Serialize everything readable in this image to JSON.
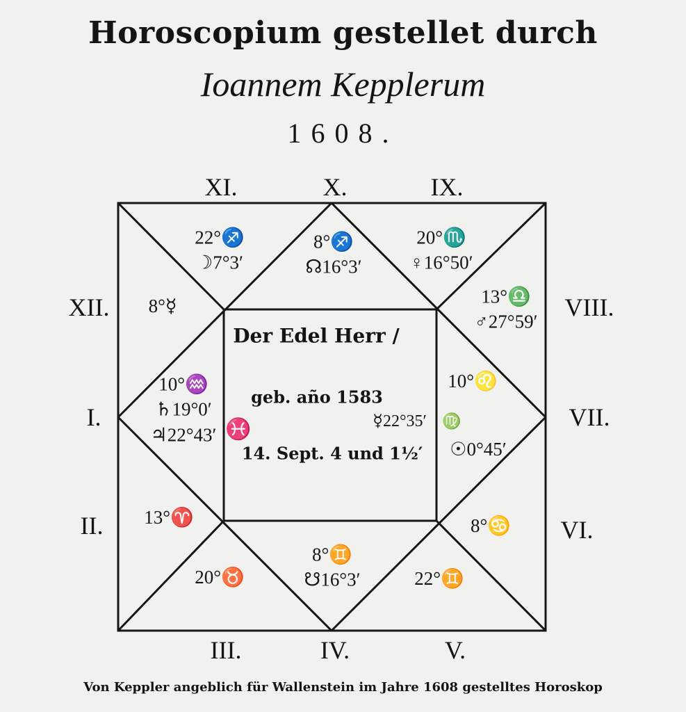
{
  "title": {
    "line1": "Horoscopium gestellet durch",
    "line2": "Ioannem Kepplerum",
    "year": "1608."
  },
  "houses": {
    "I": "I.",
    "II": "II.",
    "III": "III.",
    "IV": "IV.",
    "V": "V.",
    "VI": "VI.",
    "VII": "VII.",
    "VIII": "VIII.",
    "IX": "IX.",
    "X": "X.",
    "XI": "XI.",
    "XII": "XII."
  },
  "cells": {
    "h11": [
      "22°♐",
      "☽7°3′"
    ],
    "h10": [
      "8°♐",
      "☊16°3′"
    ],
    "h9": [
      "20°♏",
      "♀16°50′"
    ],
    "h12": [
      "8°☿"
    ],
    "h8": [
      "13°♎",
      "♂27°59′"
    ],
    "h1": [
      "10°♒",
      "♄19°0′",
      "♃22°43′"
    ],
    "h1_pisces": "♓",
    "h7": [
      "10°♌"
    ],
    "h7_virgo": "♍",
    "h7_mercury": "☿22°35′",
    "h7_sun": "☉0°45′",
    "h2": [
      "13°♈"
    ],
    "h6": [
      "8°♋"
    ],
    "h3": [
      "20°♉"
    ],
    "h4": [
      "8°♊",
      "☋16°3′"
    ],
    "h5": [
      "22°♊"
    ]
  },
  "center": {
    "line1": "Der Edel Herr /",
    "line2": "geb. año 1583",
    "line3": "14. Sept. 4 und 1½′"
  },
  "caption": "Von Keppler angeblich für Wallenstein im Jahre 1608 gestelltes Horoskop"
}
